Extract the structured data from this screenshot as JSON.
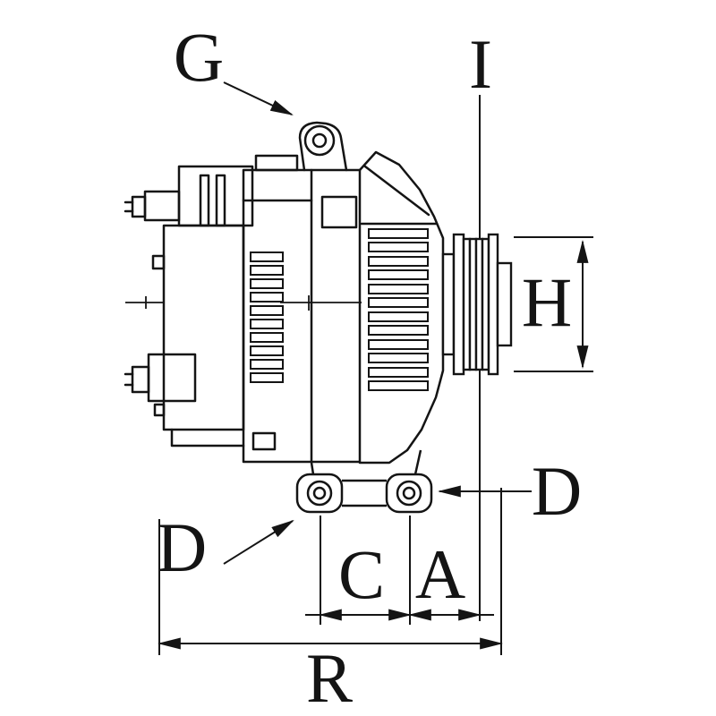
{
  "colors": {
    "background": "#ffffff",
    "ink": "#141414"
  },
  "diagram": {
    "type": "technical-drawing",
    "labels": {
      "g": "G",
      "i": "I",
      "h": "H",
      "d_side": "D",
      "d_foot": "D",
      "c": "C",
      "a": "A",
      "r": "R"
    }
  }
}
